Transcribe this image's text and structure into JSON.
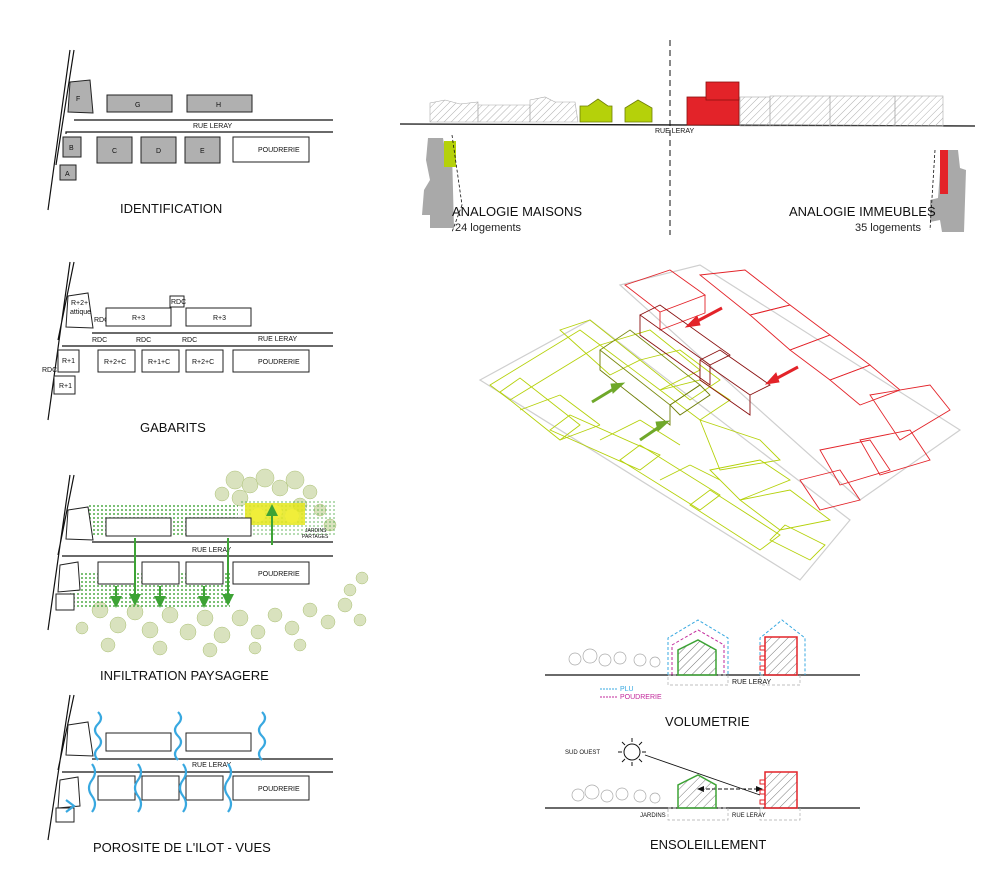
{
  "colors": {
    "houses": "#b5d10a",
    "buildings": "#e32329",
    "gray": "#a9a9a9",
    "green": "#3da335",
    "blue": "#38a8e0",
    "yellow": "#e4e61c",
    "magenta": "#c2289b"
  },
  "street": "RUE LERAY",
  "poudrerie": "POUDRERIE",
  "identification": {
    "caption": "IDENTIFICATION",
    "blocks": [
      "F",
      "G",
      "H",
      "B",
      "C",
      "D",
      "E",
      "A"
    ]
  },
  "gabarits": {
    "caption": "GABARITS",
    "labels": {
      "r2_attique": "R+2+",
      "attique": "attique",
      "rdc": "RDC",
      "r3": "R+3",
      "r2c": "R+2+C",
      "r1c": "R+1+C",
      "r1": "R+1"
    }
  },
  "infiltration": {
    "caption": "INFILTRATION PAYSAGERE",
    "jardins_1": "JARDINS",
    "jardins_2": "PARTAGES"
  },
  "porosite": {
    "caption": "POROSITE DE L'ILOT - VUES"
  },
  "analogie": {
    "maisons_title": "ANALOGIE MAISONS",
    "maisons_count": "24 logements",
    "immeubles_title": "ANALOGIE IMMEUBLES",
    "immeubles_count": "35 logements"
  },
  "volumetrie": {
    "caption": "VOLUMETRIE",
    "legend_plu": "PLU",
    "legend_poudrerie": "POUDRERIE"
  },
  "ensoleillement": {
    "caption": "ENSOLEILLEMENT",
    "sud_ouest": "SUD OUEST",
    "jardins": "JARDINS"
  }
}
